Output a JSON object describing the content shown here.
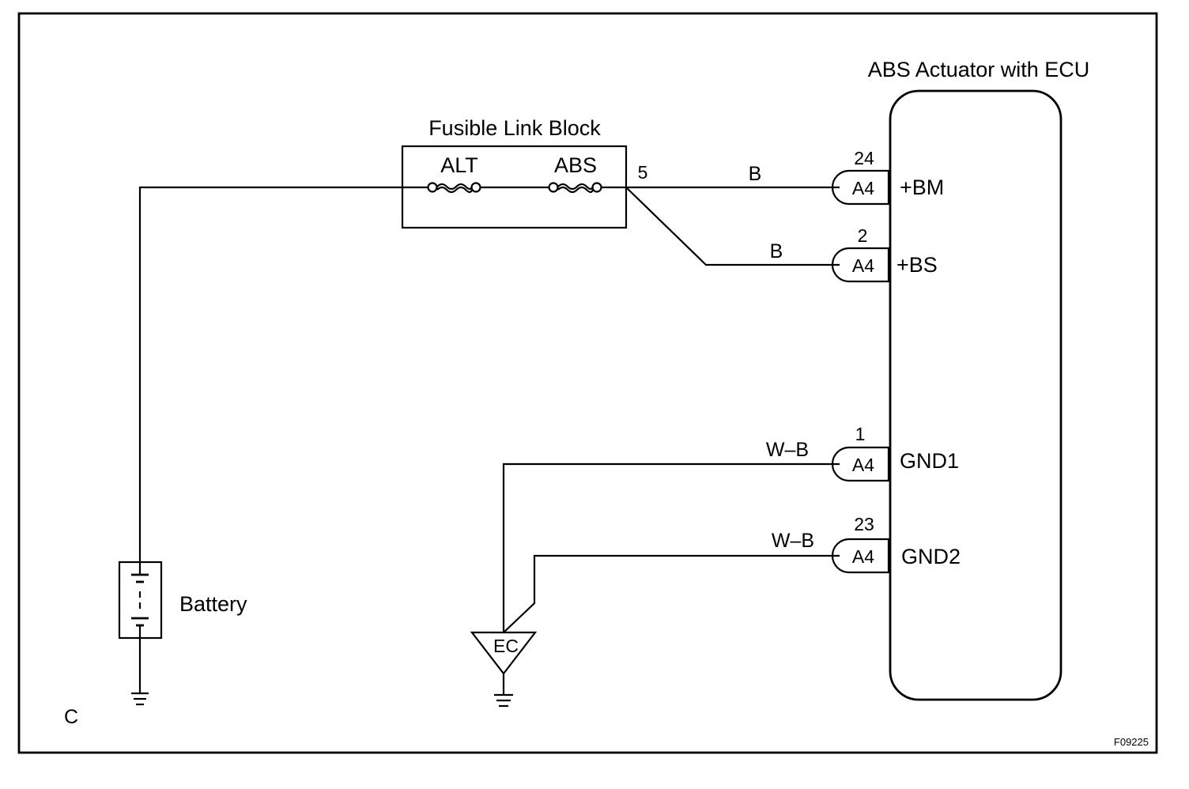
{
  "diagram": {
    "ecu_label": "ABS Actuator with ECU",
    "fusible_link_block_label": "Fusible Link Block",
    "fuse_alt_label": "ALT",
    "fuse_abs_label": "ABS",
    "fuse_block_pin": "5",
    "battery_label": "Battery",
    "ground_point_label": "EC",
    "corner_label": "C",
    "figure_code": "F09225",
    "connectors": [
      {
        "pin": "24",
        "code": "A4",
        "terminal": "+BM",
        "wire": "B"
      },
      {
        "pin": "2",
        "code": "A4",
        "terminal": "+BS",
        "wire": "B"
      },
      {
        "pin": "1",
        "code": "A4",
        "terminal": "GND1",
        "wire": "W–B"
      },
      {
        "pin": "23",
        "code": "A4",
        "terminal": "GND2",
        "wire": "W–B"
      }
    ]
  }
}
